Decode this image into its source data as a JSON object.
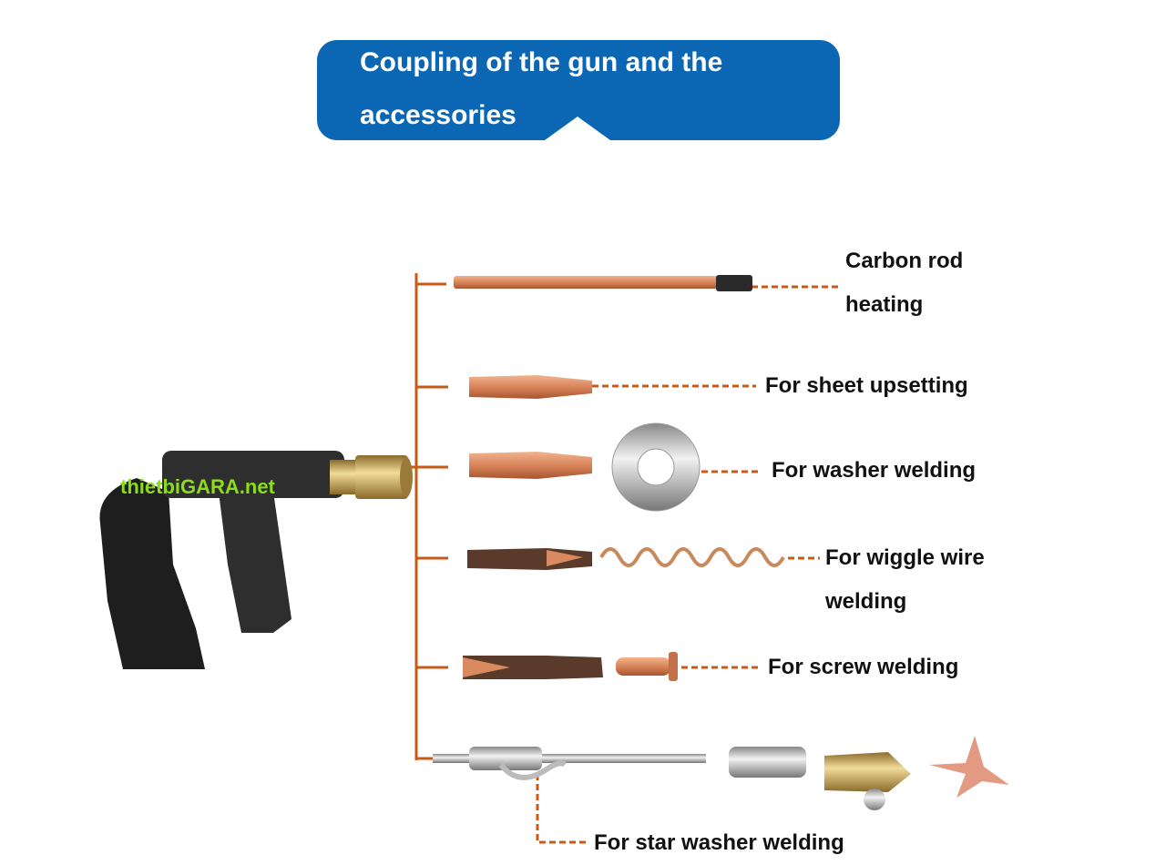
{
  "banner": {
    "line1": "Coupling of the gun and the",
    "line2": "accessories"
  },
  "watermark": "thietbiGARA.net",
  "accessories": [
    {
      "line1": "Carbon rod",
      "line2": "heating"
    },
    {
      "line1": "For sheet upsetting"
    },
    {
      "line1": "For washer welding"
    },
    {
      "line1": "For wiggle wire",
      "line2": "welding"
    },
    {
      "line1": "For screw welding"
    },
    {
      "line1": "For star washer welding"
    }
  ],
  "colors": {
    "banner": "#0b66b3",
    "connector": "#c85a17",
    "copper": "#d98a5e"
  }
}
